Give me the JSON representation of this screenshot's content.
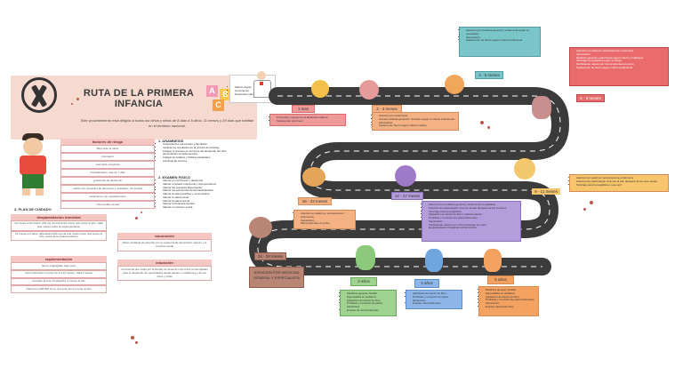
{
  "header": {
    "title": "RUTA DE LA PRIMERA INFANCIA",
    "description": "Este procedimiento está dirigido a todos los niños y niñas de 8 días a 5 años, 11 meses y 29 días que habitan en el territorio nacional."
  },
  "factores": {
    "title": "factores de riesgo",
    "rows": [
      "Bajo peso al nacer",
      "prematuro",
      "Anomalía congénita",
      "hospitalización mas de 7 días",
      "problemas de desarrollo",
      "madre con sospecha de depresión y ansiedad - sin terapia",
      "tratamiento con medicamentos",
      "enfermedad mental"
    ]
  },
  "anamnesis": {
    "title": "1. ANAMNESIS",
    "items": [
      "Antecedentes personales y familiares",
      "verificar los resultados de la prueba de tamizaje",
      "indagar el proceso en términos del desarrollo del niño",
      "alimentación complementaria",
      "indagar los hábitos y hábitos saludables",
      "practicas de crianza"
    ]
  },
  "examen": {
    "title": "2. EXAMEN FISICO",
    "items": [
      "Valorar el crecimiento y desarrollo",
      "Valorar el estado nutricional y antropométrico",
      "Valorar las practicas alimentarias",
      "Valorar las estructuras dentomaxilofaciales",
      "Valorar la salud auditiva y comunicativa",
      "Valorar la salud visual",
      "Valorar la salud sexual",
      "Valorar la dinámica familiar",
      "Valorar el contexto social"
    ]
  },
  "plan": {
    "title": "3. PLAN DE CUIDADO",
    "desparasitacion": {
      "title": "desparasitación intestinal",
      "rows": [
        "12 meses a 23 meses: 200 mg via oral dosis única. dos veces al año, cada seis meses sobre la suplementación",
        "24 meses a 5 años: albendazol 400 mg via oral, dosis única, dos veces al año, antes de la suplementación"
      ]
    },
    "suplementacion": {
      "title": "suplementación",
      "rows": [
        "hierro 2mg/kg/día -bajo peso",
        "micronutrientes en polvo de 6 a 23 meses, cada 6 meses",
        "fumarato ferroso 2mg/kg/día -2 meses al año",
        "Vitamina A 200.000 UI en una sola toma 2 veces al año"
      ]
    },
    "vacunacion": {
      "title": "vacunación",
      "text": "datos mediante de acuerdo con el esquema de vacunación vigente y el contexto social"
    },
    "educacion": {
      "title": "educación",
      "text": "al personal que cuida por la familia, de acuerdo a los retos contempladas para el desarrollo de capacidades desde pautas o cuidadores y de sus niños y niñas"
    }
  },
  "milestones": {
    "m1": {
      "label": "1 mes",
      "items": [
        "Promoción y apoyo de la lactancia materna",
        "Suplemento con hierro"
      ]
    },
    "m2": {
      "label": "2 - 3 meses",
      "items": [
        "Atención por enfermería",
        "Gemas medicas general o nutrición según el criterio profesional",
        "Vacunación",
        "Suplemento hierro según criterio médico"
      ]
    },
    "m4": {
      "label": "4 - 5 meses",
      "items": [
        "Atención por medicina general y enfermería según su necesidad",
        "Vacunación",
        "Suplemento de hierro según criterio profesional"
      ]
    },
    "m6": {
      "label": "6 - 8 meses",
      "items": [
        "Atención en salud por profesional de enfermería",
        "Vacunación",
        "Medicina general y enfermería según criterio y hallazgos",
        "Tamizaje hemoglobina según el riesgo",
        "Fortificación casera por micronutrientes en polvo",
        "Suplemento de hierro según criterio profesional"
      ]
    },
    "m9": {
      "label": "9 - 11 meses",
      "items": [
        "Atención en salud por profesional de enfermería",
        "Atención de odontología: Una vez al año después de los seis meses",
        "Tamizaje para hemoglobina ( una vez)"
      ]
    },
    "m12": {
      "label": "12 - 17 meses",
      "items": [
        "Atención por medicina general y enfermería en pediatría",
        "Atención de odontología: Una vez al año después de los 6 meses",
        "Tamizaje para hemoglobina",
        "Aplicación de barniz de flúor / aparato dental",
        "Profilaxis y remoción de placa bacteriana",
        "Vacunación",
        "Fortificación casera con micronutrientes en polvo",
        "Desparasitación intestinal antihelmíntica"
      ]
    },
    "m18": {
      "label": "18 - 23 meses",
      "items": [
        "Atención en salud por profesional en enfermería",
        "Vacunación",
        "Micronutrientes en polvo"
      ]
    },
    "m24": {
      "label": "24 - 29 meses",
      "text": "ATENCION POR MEDICINA GENERAL Y ESPECIALISTA"
    },
    "y3": {
      "label": "3 años",
      "items": [
        "Medicina general, familiar",
        "Especialista en pediatría",
        "Aplicación de barniz de flúor",
        "Profilaxis y remoción de placa bacteriana",
        "Empleo de micronutrientes"
      ]
    },
    "y4": {
      "label": "4 años",
      "items": [
        "Aplicación de barniz de flúor",
        "Profilaxis y remoción de placa bacteriana",
        "Empleo micronutrientes"
      ]
    },
    "y5": {
      "label": "5 años",
      "items": [
        "Medicina general, familiar",
        "Especialista en pediatría",
        "Aplicación de barniz de flúor",
        "Profilaxis y remoción de placa bacteriana",
        "Vacunación",
        "Empleo micronutrientes"
      ]
    }
  },
  "doctor_card": {
    "items": [
      "Salud integral",
      "Crecimiento",
      "Desarrollo infantil"
    ]
  },
  "abc": [
    "A",
    "B",
    "C"
  ],
  "colors": {
    "road": "#3b3b3b",
    "header_bg": "#f6d9cf",
    "pink": "#ef9a9a",
    "orange": "#f4b183",
    "purple": "#b39ddb",
    "teal": "#79c5c9"
  }
}
